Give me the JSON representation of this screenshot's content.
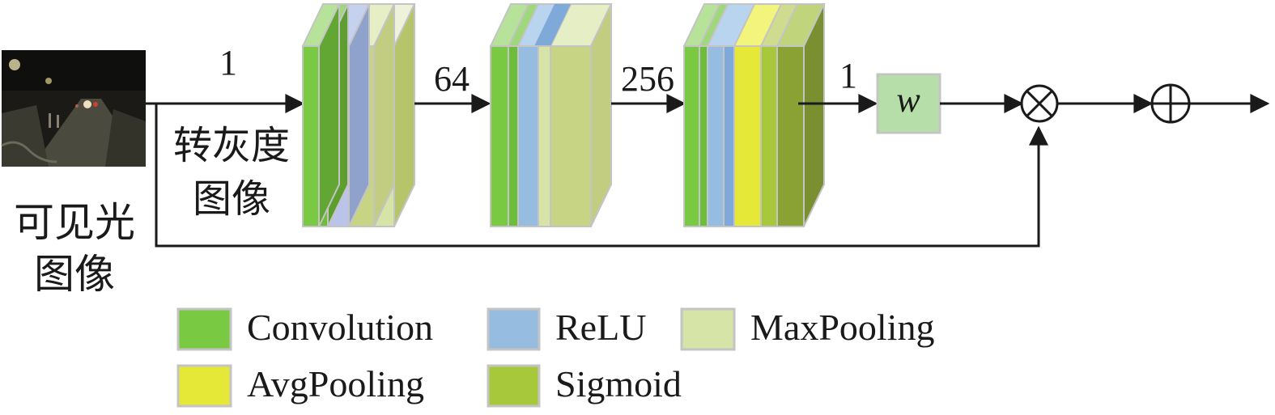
{
  "input": {
    "caption_line1": "可见光",
    "caption_line2": "图像"
  },
  "gray_conversion": {
    "label_line1": "转灰度",
    "label_line2": "图像"
  },
  "channels": {
    "c1": "1",
    "c2": "64",
    "c3": "256",
    "c4": "1"
  },
  "weight_box": {
    "label": "w"
  },
  "operators": {
    "multiply": "⊗",
    "add": "⊕"
  },
  "legend": [
    {
      "label": "Convolution",
      "color": "#7ac943"
    },
    {
      "label": "ReLU",
      "color": "#96bde0"
    },
    {
      "label": "MaxPooling",
      "color": "#d6e4a8"
    },
    {
      "label": "AvgPooling",
      "color": "#e6e837"
    },
    {
      "label": "Sigmoid",
      "color": "#a6c83a"
    }
  ],
  "colors": {
    "convolution": "#7ac943",
    "relu": "#96bde0",
    "maxpooling": "#d6e4a8",
    "avgpooling": "#e6e837",
    "sigmoid": "#8aa233",
    "weight_box": "#b5dea8",
    "line": "#1a1a1a"
  }
}
